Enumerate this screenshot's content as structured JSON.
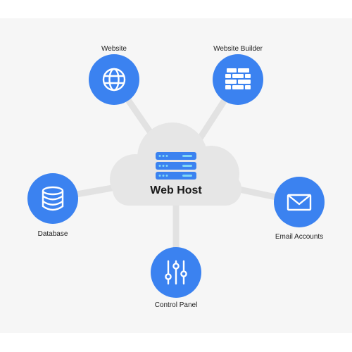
{
  "center": {
    "label": "Web Host",
    "icon": "server-rack-icon"
  },
  "nodes": [
    {
      "id": "website",
      "label": "Website",
      "icon": "globe-icon"
    },
    {
      "id": "website-builder",
      "label": "Website Builder",
      "icon": "brick-wall-icon"
    },
    {
      "id": "database",
      "label": "Database",
      "icon": "database-icon"
    },
    {
      "id": "email-accounts",
      "label": "Email Accounts",
      "icon": "envelope-icon"
    },
    {
      "id": "control-panel",
      "label": "Control Panel",
      "icon": "sliders-icon"
    }
  ],
  "colors": {
    "node": "#3b82f0",
    "cloud": "#e6e6e6",
    "connector": "#e2e2e2",
    "server_light": "#7fd6f5",
    "panel_bg": "#f6f6f6"
  }
}
